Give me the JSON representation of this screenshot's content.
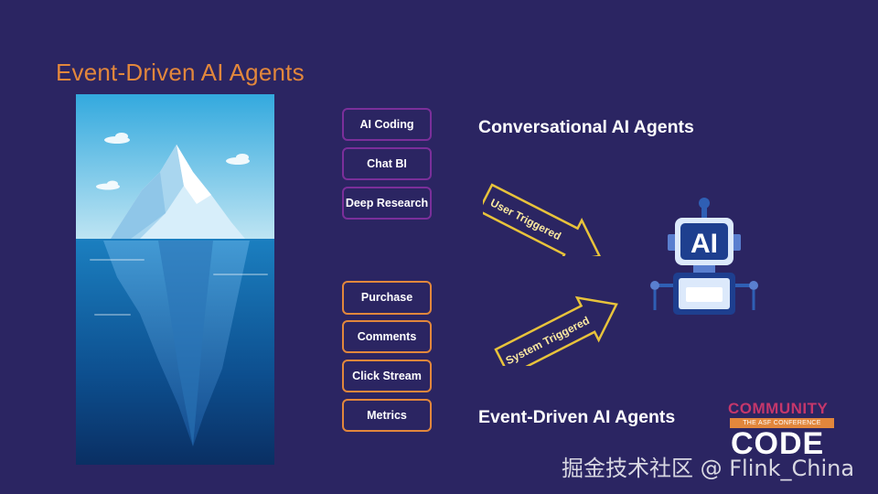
{
  "slide": {
    "title": "Event-Driven AI Agents"
  },
  "conversational": {
    "heading": "Conversational AI Agents",
    "items": [
      "AI Coding",
      "Chat BI",
      "Deep Research"
    ],
    "arrow_label": "User Triggered",
    "border_color": "#7b2f9a"
  },
  "event_driven": {
    "heading": "Event-Driven AI Agents",
    "items": [
      "Purchase",
      "Comments",
      "Click Stream",
      "Metrics"
    ],
    "arrow_label": "System Triggered",
    "border_color": "#e2873c"
  },
  "robot": {
    "face_text": "AI"
  },
  "logo": {
    "line1": "COMMUNITY",
    "line2": "THE ASF CONFERENCE",
    "line3": "CODE"
  },
  "watermark": "掘金技术社区 @ Flink_China",
  "colors": {
    "background": "#2b2562",
    "accent": "#e2873c",
    "arrow_fill": "#fbe9a0",
    "arrow_stroke": "#e8c33b"
  }
}
